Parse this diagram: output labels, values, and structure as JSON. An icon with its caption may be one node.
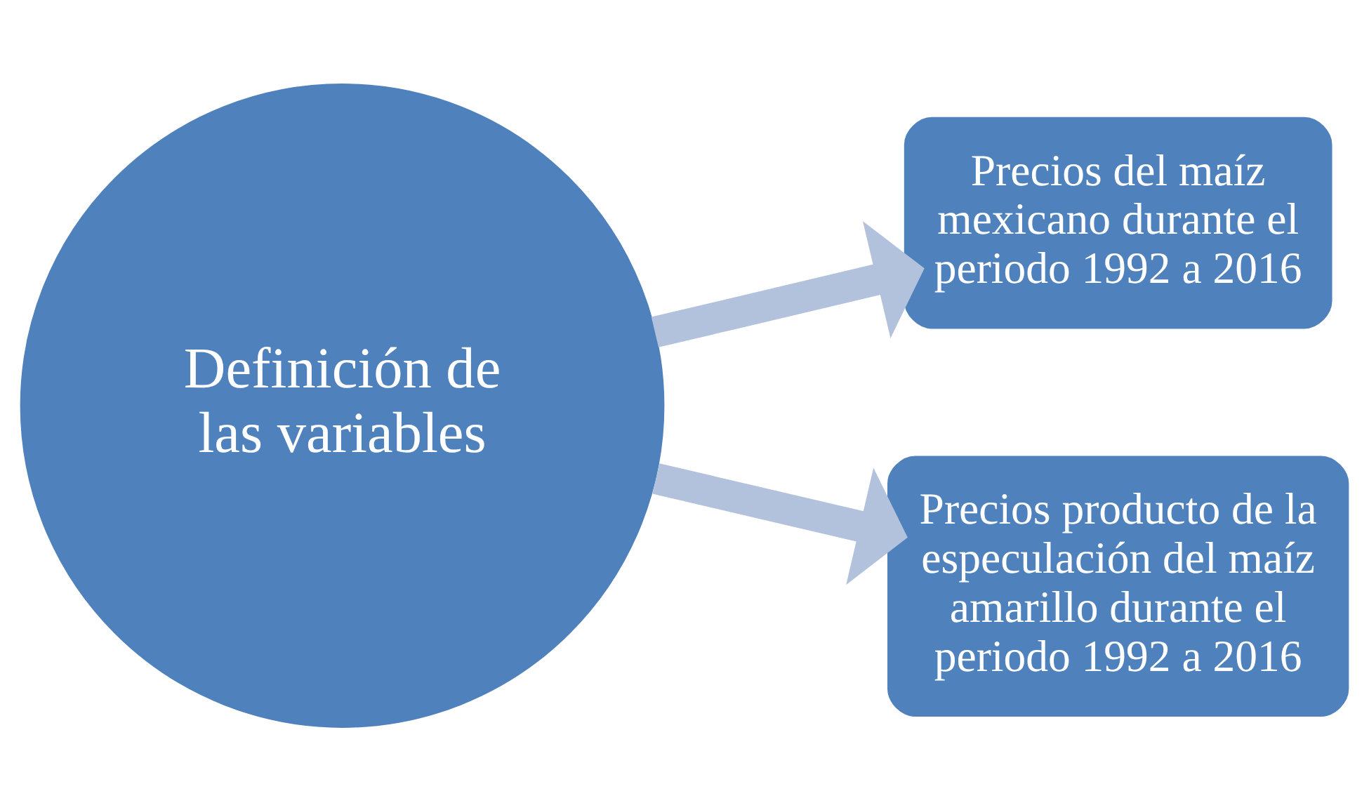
{
  "diagram": {
    "nodes": [
      {
        "text": [
          "Definición de las variables"
        ]
      },
      {
        "text": [
          "Precios del maíz mexicano durante el periodo 1992 a 2016"
        ]
      },
      {
        "text": [
          "Precios producto de la especulación del maíz amarillo durante el periodo 1992 a 2016"
        ]
      }
    ],
    "edges": [
      {
        "from": 0,
        "to": 1,
        "arrow": "to"
      },
      {
        "from": 0,
        "to": 2,
        "arrow": "to"
      }
    ]
  }
}
